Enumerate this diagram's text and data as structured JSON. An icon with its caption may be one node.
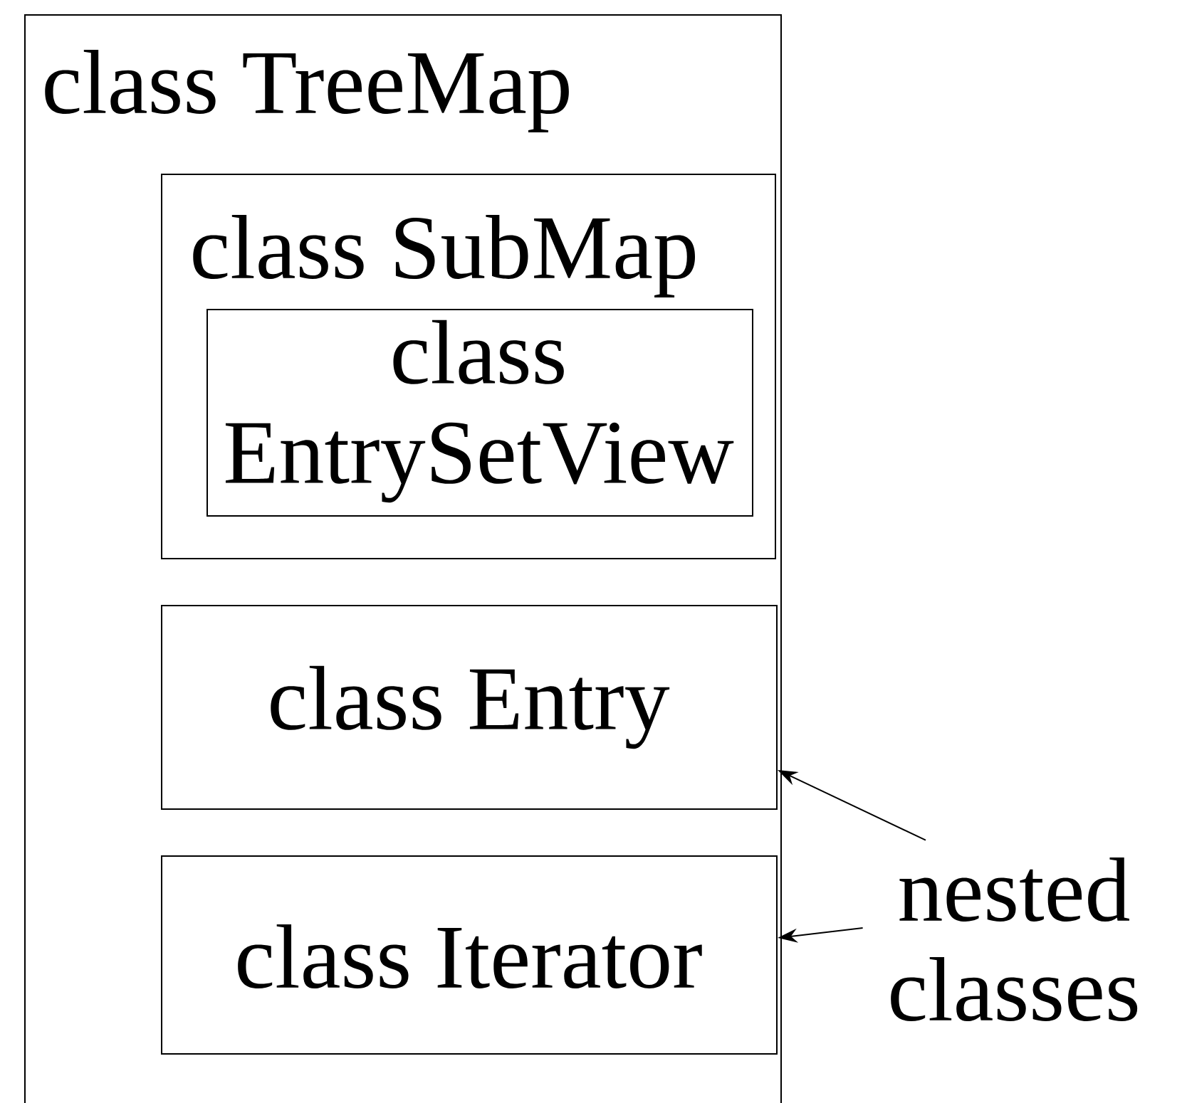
{
  "diagram": {
    "nodes": [
      {
        "text": [
          "class TreeMap"
        ]
      },
      {
        "text": [
          "class SubMap"
        ],
        "in": 0
      },
      {
        "text": [
          "class EntrySetView"
        ],
        "in": 1
      },
      {
        "text": [
          "class Entry"
        ],
        "in": 0
      },
      {
        "text": [
          "class Iterator"
        ],
        "in": 0
      },
      {
        "text": [
          "nested classes"
        ]
      }
    ],
    "edges": [
      {
        "from": 5,
        "to": 3,
        "arrow": "to"
      },
      {
        "from": 5,
        "to": 4,
        "arrow": "to"
      }
    ]
  }
}
